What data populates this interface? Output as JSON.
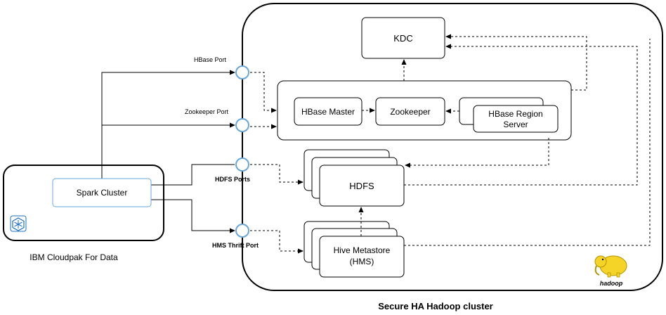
{
  "clusters": {
    "cloudpak_label": "IBM Cloudpak For Data",
    "hadoop_label": "Secure HA Hadoop cluster"
  },
  "nodes": {
    "spark": "Spark Cluster",
    "kdc": "KDC",
    "hbase_master": "HBase Master",
    "zookeeper": "Zookeeper",
    "hbase_region_line1": "HBase Region",
    "hbase_region_line2": "Server",
    "hdfs": "HDFS",
    "hms_line1": "Hive Metastore",
    "hms_line2": "(HMS)"
  },
  "ports": {
    "hbase": "HBase Port",
    "zookeeper": "Zookeeper Port",
    "hdfs": "HDFS Ports",
    "hms": "HMS Thrift Port"
  },
  "logos": {
    "hadoop_text": "hadoop"
  },
  "colors": {
    "port_ring": "#6aa6d8",
    "spark_border": "#6aa6d8",
    "hadoop_yellow": "#f5d327",
    "cloudpak_blue": "#1f70c1"
  }
}
